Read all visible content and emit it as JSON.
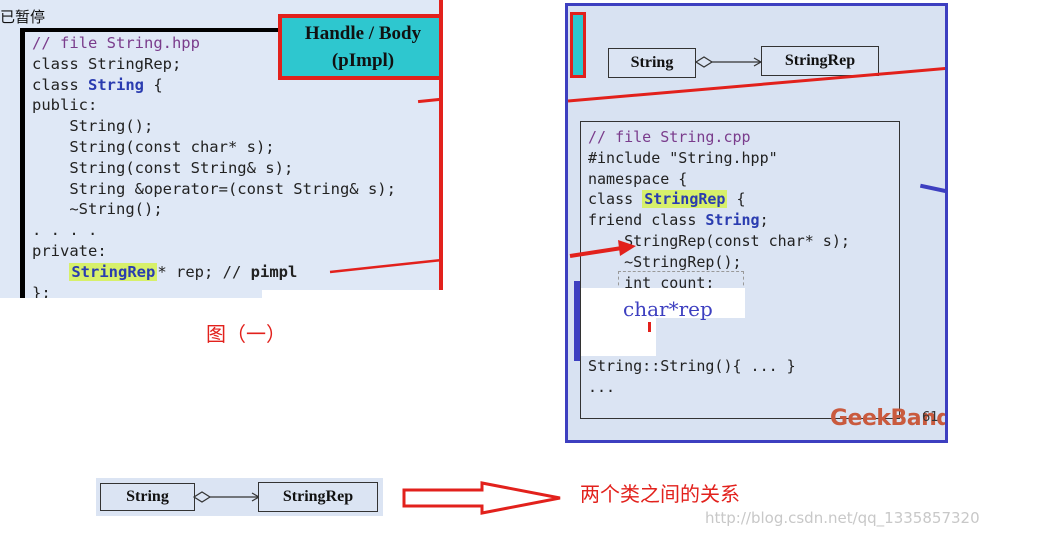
{
  "left_slide": {
    "paused_label": "已暂停",
    "handle_title_line1": "Handle / Body",
    "handle_title_line2": "(pImpl)",
    "code": {
      "l1_comment": "// file ",
      "l1_file": "String.hpp",
      "l2": "class StringRep;",
      "l3_pre": "class ",
      "l3_kw": "String",
      "l3_post": " {",
      "l4": "public:",
      "l5": "    String();",
      "l6": "    String(const char* s);",
      "l7": "    String(const String& s);",
      "l8": "    String &operator=(const String& s);",
      "l9": "    ~String();",
      "l10": ". . . .",
      "l11": "private:",
      "l12_pre": "    ",
      "l12_hl": "StringRep",
      "l12_mid": "* rep; // ",
      "l12_bold": "pimpl",
      "l13": "};"
    }
  },
  "caption_fig": "图（一）",
  "right_slide": {
    "uml_string": "String",
    "uml_rep": "StringRep",
    "code": {
      "l1_comment": "// file ",
      "l1_file": "String.cpp",
      "l2": "#include \"String.hpp\"",
      "l3": "namespace {",
      "l4_pre": "class ",
      "l4_hl": "StringRep",
      "l4_post": " {",
      "l5_pre": "friend class ",
      "l5_kw": "String",
      "l5_post": ";",
      "l6": "    StringRep(const char* s);",
      "l7": "    ~StringRep();",
      "l8": "    int count;",
      "l9": "",
      "l10": "",
      "l11": "}",
      "l12": "String::String(){ ... }",
      "l13": "..."
    },
    "annotation": "char*rep",
    "brand": "GeekBand",
    "slide_number": "61"
  },
  "bottom": {
    "uml_string": "String",
    "uml_rep": "StringRep",
    "caption": "两个类之间的关系"
  },
  "watermark": "http://blog.csdn.net/qq_1335857320",
  "colors": {
    "red": "#e2211c",
    "blue": "#3d3fc0",
    "cyan": "#2ec7cf",
    "highlight": "#d7f06a",
    "slide_bg": "#dfe8f6"
  }
}
